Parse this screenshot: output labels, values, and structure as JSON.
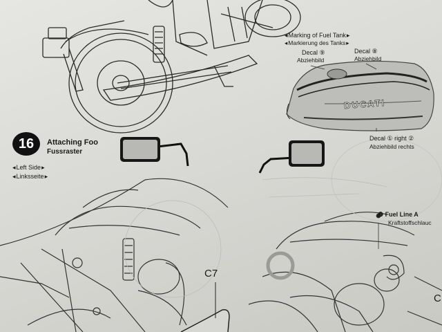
{
  "instructions": {
    "step_number": "16",
    "step_title": "Attaching Foo",
    "step_subtitle": "Fussraster",
    "side_en": "Left Side",
    "side_de": "Linksseite",
    "fuel_tank_title_en": "Marking of Fuel Tank",
    "fuel_tank_title_de": "Markierung des Tanks",
    "decal_left_label": "Decal ⑨",
    "decal_left_sub": "Abziehbild",
    "decal_right_label": "Decal ⑧",
    "decal_right_sub": "Abziehbild",
    "tank_logo": "DUCATI",
    "decal_lower_label": "Decal ① right ②",
    "decal_lower_sub": "Abziehbild rechts",
    "fuel_line_label": "❷ Fuel Line A",
    "fuel_line_sub": "Kraftstoffschlauc",
    "part_code": "C7",
    "edge_letter": "C"
  },
  "colors": {
    "paper": "#dcdcd8",
    "ink": "#1a1a1a",
    "mirror_frame": "#161616",
    "mirror_glass": "#b8b8b4",
    "tank_silver": "#bdbdb9"
  }
}
